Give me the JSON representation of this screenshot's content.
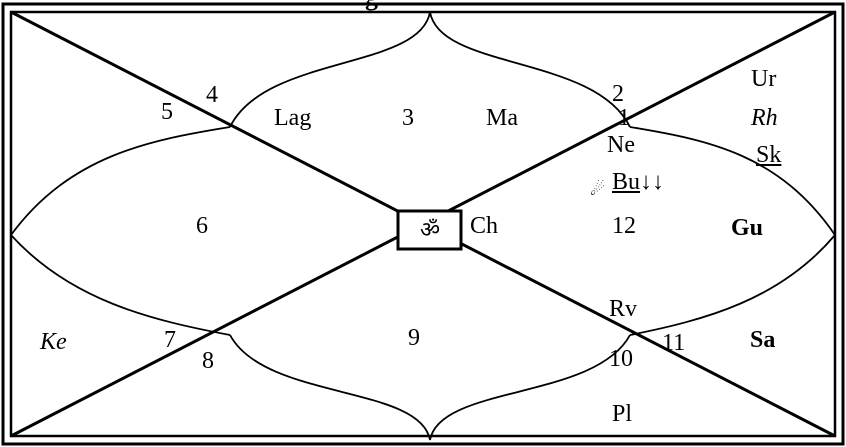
{
  "title_fragment": "g",
  "center_symbol": "ॐ",
  "houses": {
    "h1": "1",
    "h2": "2",
    "h3": "3",
    "h4": "4",
    "h5": "5",
    "h6": "6",
    "h7": "7",
    "h8": "8",
    "h9": "9",
    "h10": "10",
    "h11": "11",
    "h12": "12"
  },
  "planets": {
    "lagna": "Lag",
    "mars": "Ma",
    "uranus": "Ur",
    "rahu": "Rh",
    "sukra": "Sk",
    "neptune": "Ne",
    "budha": "Bu",
    "budha_marker": "↓↓",
    "chandra": "Ch",
    "guru": "Gu",
    "ravi": "Rv",
    "sani": "Sa",
    "ketu": "Ke",
    "pluto": "Pl"
  },
  "comet_symbol": "☄"
}
